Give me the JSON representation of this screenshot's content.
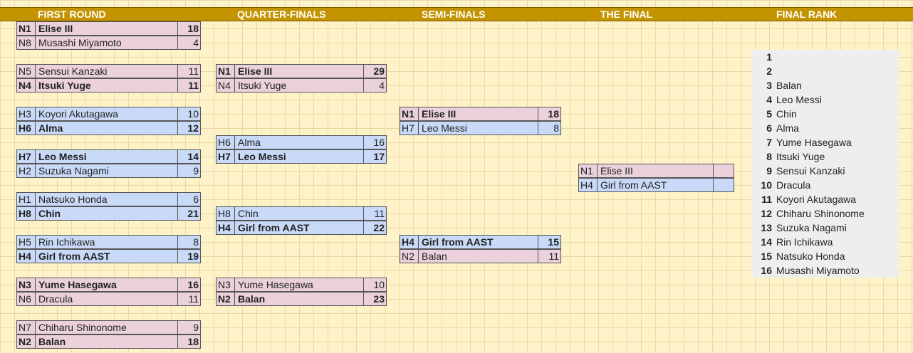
{
  "headers": {
    "first_round": "FIRST ROUND",
    "quarter_finals": "QUARTER-FINALS",
    "semi_finals": "SEMI-FINALS",
    "the_final": "THE FINAL",
    "final_rank": "FINAL RANK"
  },
  "first_round": [
    [
      {
        "seed": "N1",
        "name": "Elise III",
        "score": "18",
        "color": "pink",
        "win": true
      },
      {
        "seed": "N8",
        "name": "Musashi Miyamoto",
        "score": "4",
        "color": "pink",
        "win": false
      }
    ],
    [
      {
        "seed": "N5",
        "name": "Sensui Kanzaki",
        "score": "11",
        "color": "pink",
        "win": false
      },
      {
        "seed": "N4",
        "name": "Itsuki Yuge",
        "score": "11",
        "color": "pink",
        "win": true
      }
    ],
    [
      {
        "seed": "H3",
        "name": "Koyori Akutagawa",
        "score": "10",
        "color": "blue",
        "win": false
      },
      {
        "seed": "H6",
        "name": "Alma",
        "score": "12",
        "color": "blue",
        "win": true
      }
    ],
    [
      {
        "seed": "H7",
        "name": "Leo Messi",
        "score": "14",
        "color": "blue",
        "win": true
      },
      {
        "seed": "H2",
        "name": "Suzuka Nagami",
        "score": "9",
        "color": "blue",
        "win": false
      }
    ],
    [
      {
        "seed": "H1",
        "name": "Natsuko Honda",
        "score": "6",
        "color": "blue",
        "win": false
      },
      {
        "seed": "H8",
        "name": "Chin",
        "score": "21",
        "color": "blue",
        "win": true
      }
    ],
    [
      {
        "seed": "H5",
        "name": "Rin Ichikawa",
        "score": "8",
        "color": "blue",
        "win": false
      },
      {
        "seed": "H4",
        "name": "Girl from AAST",
        "score": "19",
        "color": "blue",
        "win": true
      }
    ],
    [
      {
        "seed": "N3",
        "name": "Yume Hasegawa",
        "score": "16",
        "color": "pink",
        "win": true
      },
      {
        "seed": "N6",
        "name": "Dracula",
        "score": "11",
        "color": "pink",
        "win": false
      }
    ],
    [
      {
        "seed": "N7",
        "name": "Chiharu Shinonome",
        "score": "9",
        "color": "pink",
        "win": false
      },
      {
        "seed": "N2",
        "name": "Balan",
        "score": "18",
        "color": "pink",
        "win": true
      }
    ]
  ],
  "quarter_finals": [
    [
      {
        "seed": "N1",
        "name": "Elise III",
        "score": "29",
        "color": "pink",
        "win": true
      },
      {
        "seed": "N4",
        "name": "Itsuki Yuge",
        "score": "4",
        "color": "pink",
        "win": false
      }
    ],
    [
      {
        "seed": "H6",
        "name": "Alma",
        "score": "16",
        "color": "blue",
        "win": false
      },
      {
        "seed": "H7",
        "name": "Leo Messi",
        "score": "17",
        "color": "blue",
        "win": true
      }
    ],
    [
      {
        "seed": "H8",
        "name": "Chin",
        "score": "11",
        "color": "blue",
        "win": false
      },
      {
        "seed": "H4",
        "name": "Girl from AAST",
        "score": "22",
        "color": "blue",
        "win": true
      }
    ],
    [
      {
        "seed": "N3",
        "name": "Yume Hasegawa",
        "score": "10",
        "color": "pink",
        "win": false
      },
      {
        "seed": "N2",
        "name": "Balan",
        "score": "23",
        "color": "pink",
        "win": true
      }
    ]
  ],
  "semi_finals": [
    [
      {
        "seed": "N1",
        "name": "Elise III",
        "score": "18",
        "color": "pink",
        "win": true
      },
      {
        "seed": "H7",
        "name": "Leo Messi",
        "score": "8",
        "color": "blue",
        "win": false
      }
    ],
    [
      {
        "seed": "H4",
        "name": "Girl from AAST",
        "score": "15",
        "color": "blue",
        "win": true
      },
      {
        "seed": "N2",
        "name": "Balan",
        "score": "11",
        "color": "pink",
        "win": false
      }
    ]
  ],
  "final": [
    [
      {
        "seed": "N1",
        "name": "Elise III",
        "score": "",
        "color": "pink",
        "win": false
      },
      {
        "seed": "H4",
        "name": "Girl from AAST",
        "score": "",
        "color": "blue",
        "win": false
      }
    ]
  ],
  "final_rank": [
    {
      "pos": "1",
      "name": ""
    },
    {
      "pos": "2",
      "name": ""
    },
    {
      "pos": "3",
      "name": "Balan"
    },
    {
      "pos": "4",
      "name": "Leo Messi"
    },
    {
      "pos": "5",
      "name": "Chin"
    },
    {
      "pos": "6",
      "name": "Alma"
    },
    {
      "pos": "7",
      "name": "Yume Hasegawa"
    },
    {
      "pos": "8",
      "name": "Itsuki Yuge"
    },
    {
      "pos": "9",
      "name": "Sensui Kanzaki"
    },
    {
      "pos": "10",
      "name": "Dracula"
    },
    {
      "pos": "11",
      "name": "Koyori Akutagawa"
    },
    {
      "pos": "12",
      "name": "Chiharu Shinonome"
    },
    {
      "pos": "13",
      "name": "Suzuka Nagami"
    },
    {
      "pos": "14",
      "name": "Rin Ichikawa"
    },
    {
      "pos": "15",
      "name": "Natsuko Honda"
    },
    {
      "pos": "16",
      "name": "Musashi Miyamoto"
    }
  ],
  "colors": {
    "header": "#c49300",
    "pink": "#ead1dc",
    "blue": "#c9daf8",
    "rank_panel": "#eeeeee"
  }
}
